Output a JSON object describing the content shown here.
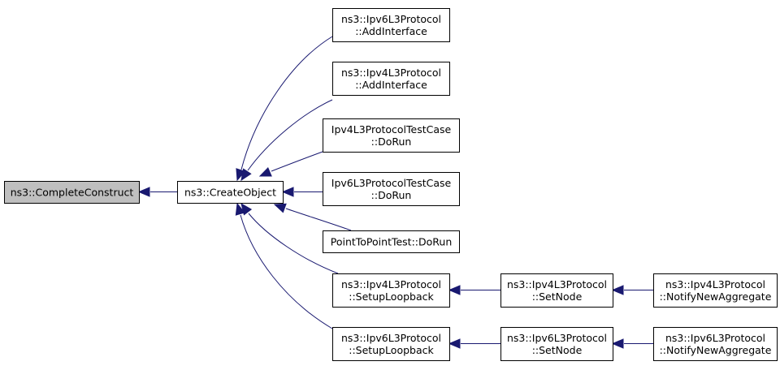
{
  "colors": {
    "edge": "#191970",
    "node_border": "#000000",
    "node_fill": "#ffffff",
    "root_fill": "#bfbfbf"
  },
  "nodes": [
    {
      "id": "complete",
      "lines": [
        "ns3::CompleteConstruct"
      ],
      "highlight": true
    },
    {
      "id": "create",
      "lines": [
        "ns3::CreateObject"
      ]
    },
    {
      "id": "v6add",
      "lines": [
        "ns3::Ipv6L3Protocol",
        "::AddInterface"
      ]
    },
    {
      "id": "v4add",
      "lines": [
        "ns3::Ipv4L3Protocol",
        "::AddInterface"
      ]
    },
    {
      "id": "v4test",
      "lines": [
        "Ipv4L3ProtocolTestCase",
        "::DoRun"
      ]
    },
    {
      "id": "v6test",
      "lines": [
        "Ipv6L3ProtocolTestCase",
        "::DoRun"
      ]
    },
    {
      "id": "p2p",
      "lines": [
        "PointToPointTest::DoRun"
      ]
    },
    {
      "id": "v4loop",
      "lines": [
        "ns3::Ipv4L3Protocol",
        "::SetupLoopback"
      ]
    },
    {
      "id": "v6loop",
      "lines": [
        "ns3::Ipv6L3Protocol",
        "::SetupLoopback"
      ]
    },
    {
      "id": "v4set",
      "lines": [
        "ns3::Ipv4L3Protocol",
        "::SetNode"
      ]
    },
    {
      "id": "v6set",
      "lines": [
        "ns3::Ipv6L3Protocol",
        "::SetNode"
      ]
    },
    {
      "id": "v4notify",
      "lines": [
        "ns3::Ipv4L3Protocol",
        "::NotifyNewAggregate"
      ]
    },
    {
      "id": "v6notify",
      "lines": [
        "ns3::Ipv6L3Protocol",
        "::NotifyNewAggregate"
      ]
    }
  ],
  "edges": [
    {
      "from": "create",
      "to": "complete"
    },
    {
      "from": "v6add",
      "to": "create"
    },
    {
      "from": "v4add",
      "to": "create"
    },
    {
      "from": "v4test",
      "to": "create"
    },
    {
      "from": "v6test",
      "to": "create"
    },
    {
      "from": "p2p",
      "to": "create"
    },
    {
      "from": "v4loop",
      "to": "create"
    },
    {
      "from": "v6loop",
      "to": "create"
    },
    {
      "from": "v4set",
      "to": "v4loop"
    },
    {
      "from": "v6set",
      "to": "v6loop"
    },
    {
      "from": "v4notify",
      "to": "v4set"
    },
    {
      "from": "v6notify",
      "to": "v6set"
    }
  ]
}
